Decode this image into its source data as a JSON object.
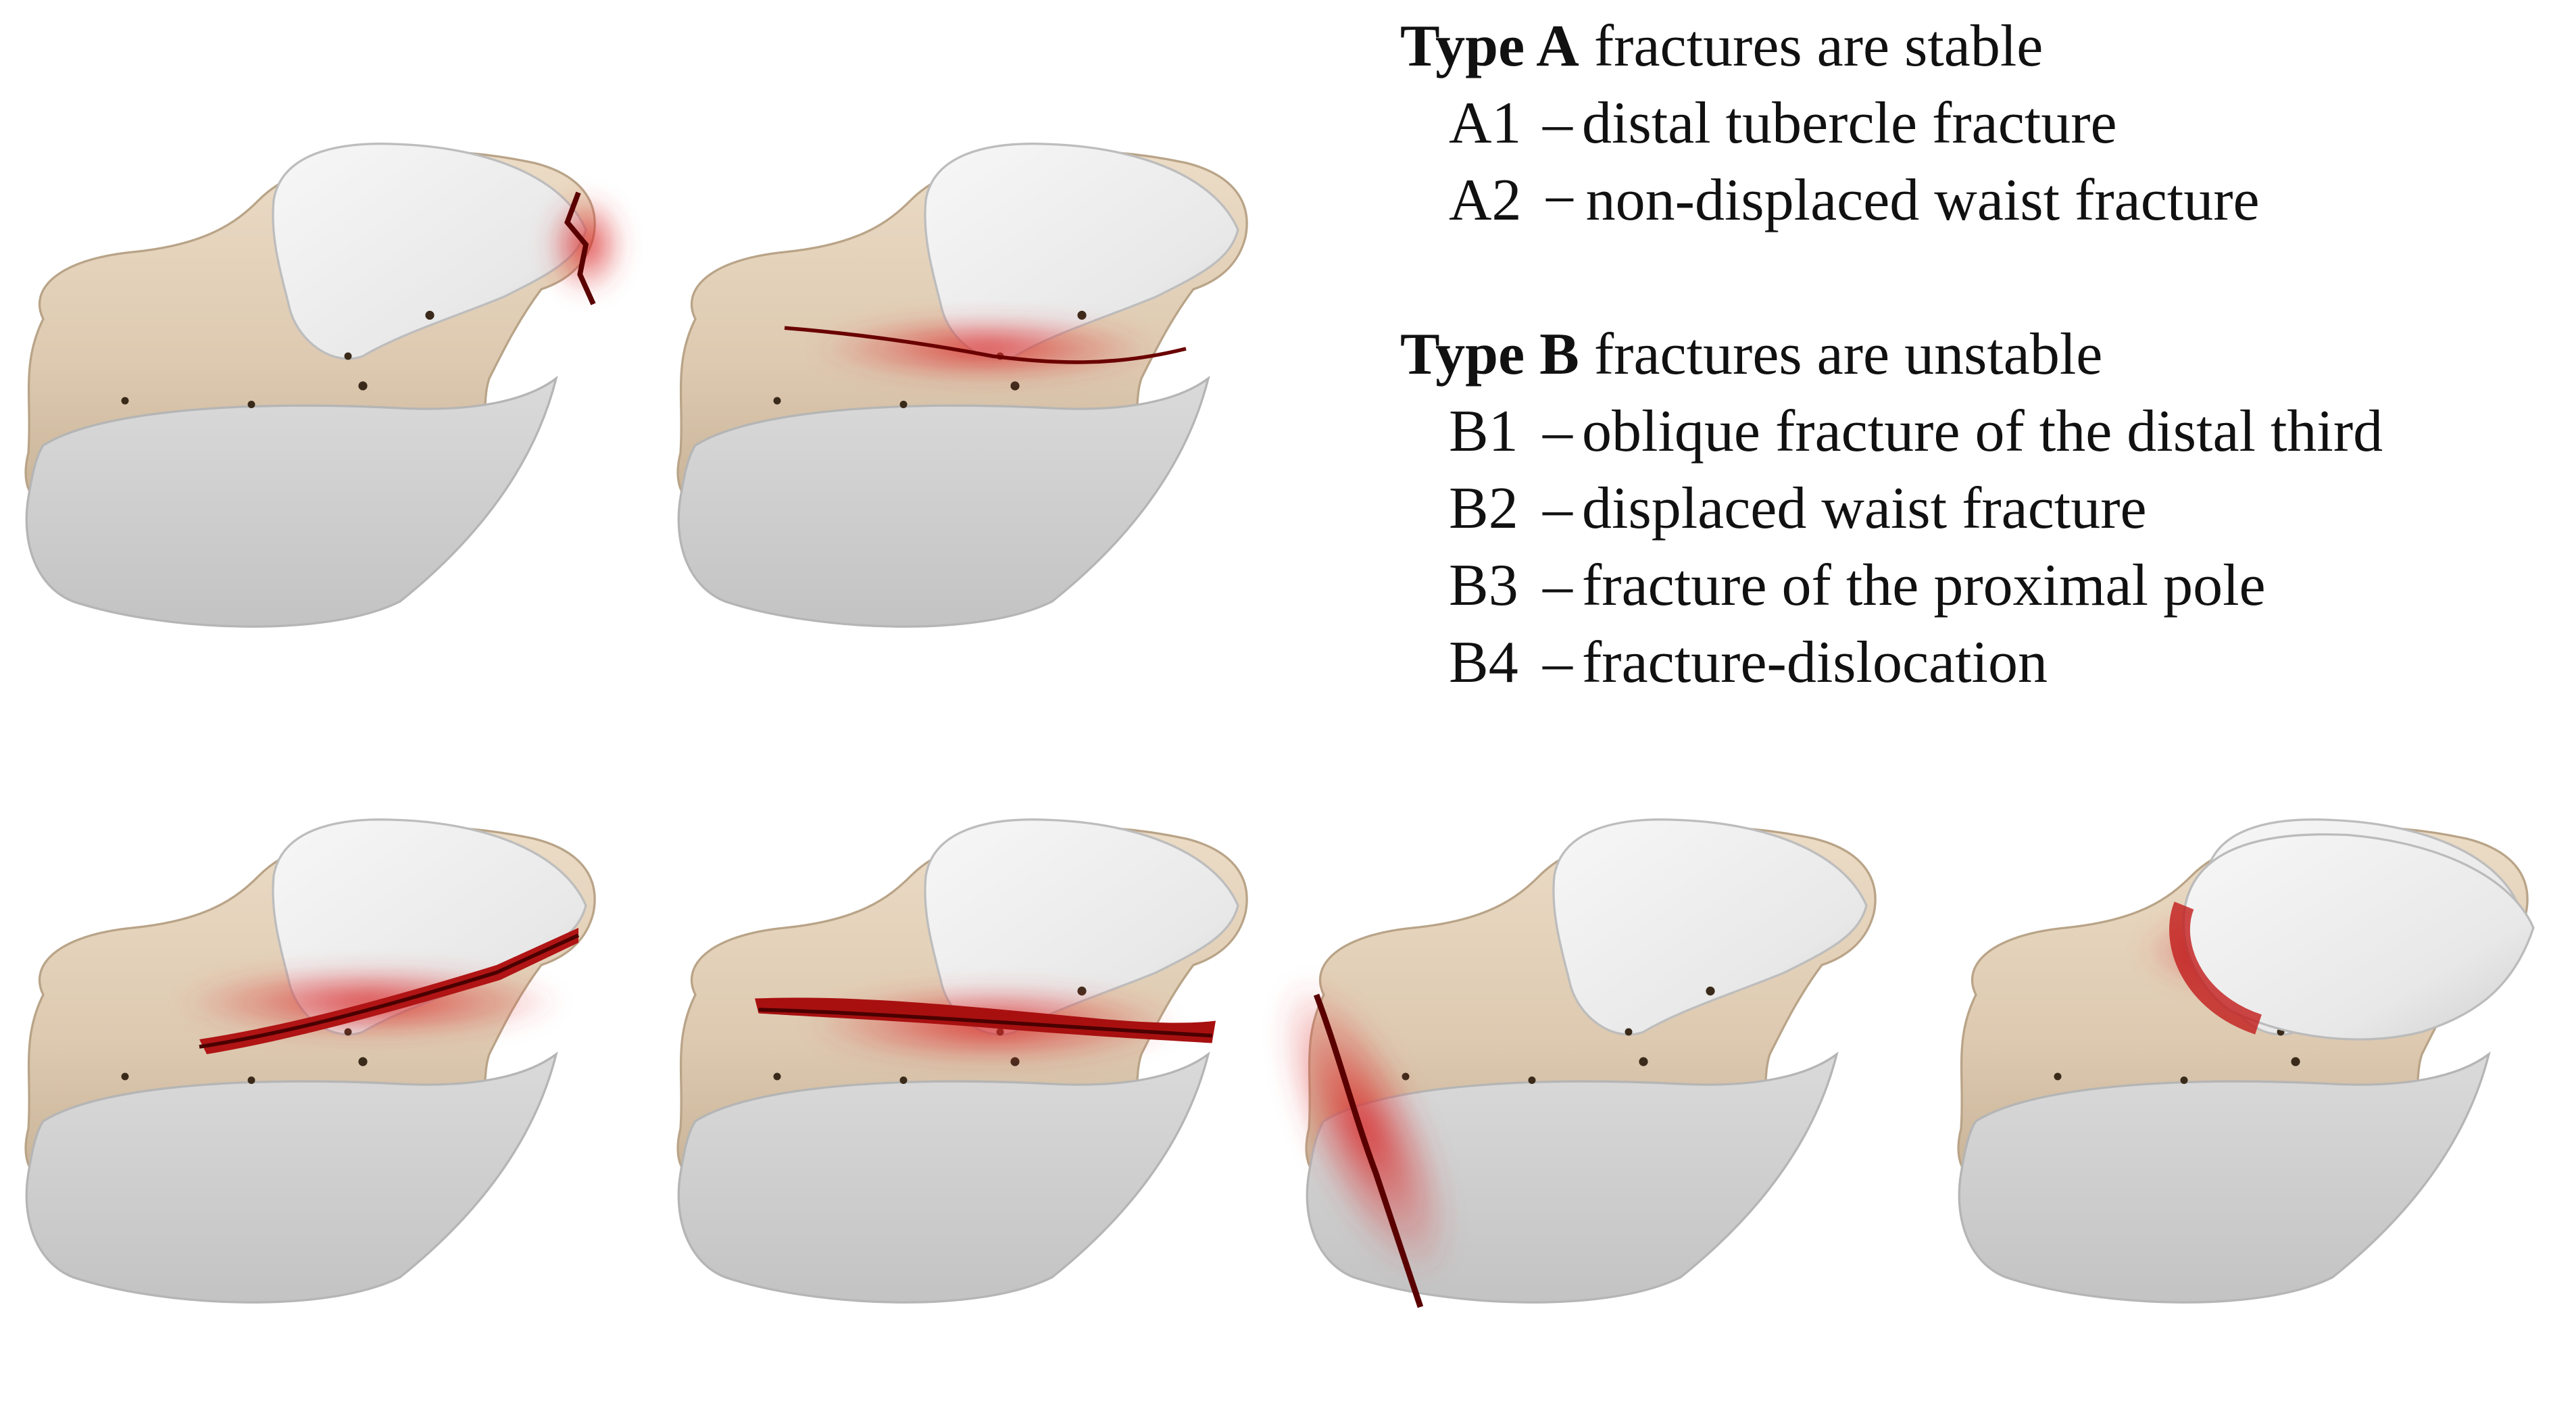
{
  "legend": {
    "typeA": {
      "bold": "Type A",
      "rest": "fractures are stable",
      "items": [
        {
          "code": "A1",
          "dash": "–",
          "text": "distal tubercle fracture"
        },
        {
          "code": "A2",
          "dash": "−",
          "text": "non-displaced waist fracture"
        }
      ]
    },
    "typeB": {
      "bold": "Type B",
      "rest": "fractures are unstable",
      "items": [
        {
          "code": "B1",
          "dash": "–",
          "text": "oblique fracture of the distal third"
        },
        {
          "code": "B2",
          "dash": "–",
          "text": "displaced waist fracture"
        },
        {
          "code": "B3",
          "dash": "–",
          "text": "fracture of the proximal pole"
        },
        {
          "code": "B4",
          "dash": "–",
          "text": "fracture-dislocation"
        }
      ]
    }
  },
  "illustrations": [
    "A1",
    "A2",
    "B1",
    "B2",
    "B3",
    "B4"
  ],
  "colors": {
    "bone": "#e3d2bc",
    "bone_shadow": "#c9b59c",
    "cartilage": "#ededed",
    "cartilage_shadow": "#cfcfcf",
    "fracture": "#c41a1a",
    "fracture_dark": "#6a0000"
  }
}
